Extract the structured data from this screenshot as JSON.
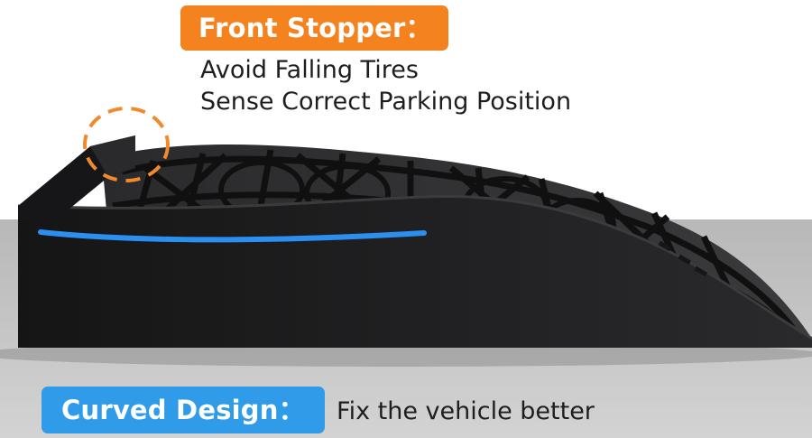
{
  "front_stopper": {
    "title": "Front Stopper：",
    "lines": [
      "Avoid Falling Tires",
      "Sense Correct Parking Position"
    ],
    "badge_color": "#f4821f",
    "marker_color": "#f08a2c"
  },
  "curved_design": {
    "title": "Curved Design：",
    "description": "Fix the vehicle better",
    "badge_color": "#2f9be9",
    "highlight_color": "#2b8ff0"
  },
  "colors": {
    "upper_background": "#ffffff",
    "floor": "#bdbdbd",
    "ramp": "#1d1d1f"
  }
}
